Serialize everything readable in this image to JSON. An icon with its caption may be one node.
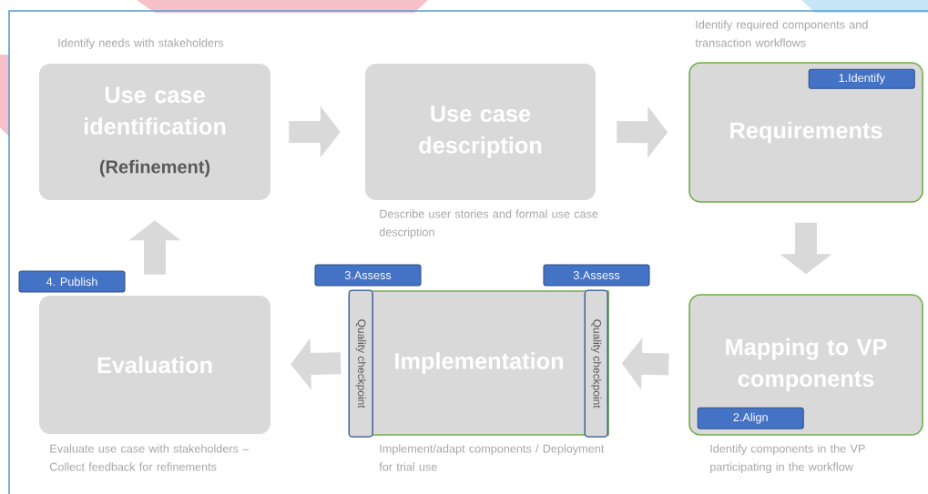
{
  "diagram": {
    "nodes": [
      {
        "text": [
          "Use case identification",
          "(Refinement)"
        ],
        "beside": [
          "Identify needs with stakeholders"
        ]
      },
      {
        "text": [
          "Use case description"
        ],
        "beside": [
          "Describe user stories and formal use case description"
        ]
      },
      {
        "text": [
          "Requirements"
        ],
        "beside": [
          "Identify required components and transaction workflows"
        ]
      },
      {
        "text": [
          "1.Identify"
        ],
        "in": 2
      },
      {
        "text": [
          "Mapping to VP components"
        ],
        "beside": [
          "Identify components in the VP participating in the workflow"
        ]
      },
      {
        "text": [
          "2.Align"
        ],
        "in": 4
      },
      {
        "text": [
          "Implementation"
        ],
        "beside": [
          "Implement/adapt components / Deployment for trial use"
        ]
      },
      {
        "text": [
          "Quality checkpoint"
        ],
        "in": 6
      },
      {
        "text": [
          "Quality checkpoint"
        ],
        "in": 6
      },
      {
        "text": [
          "3.Assess"
        ]
      },
      {
        "text": [
          "3.Assess"
        ]
      },
      {
        "text": [
          "Evaluation"
        ],
        "beside": [
          "Evaluate use case with stakeholders – Collect feedback for refinements"
        ]
      },
      {
        "text": [
          "4. Publish"
        ]
      }
    ],
    "edges": [
      {
        "from": 0,
        "to": 1,
        "arrow": "to"
      },
      {
        "from": 1,
        "to": 2,
        "arrow": "to"
      },
      {
        "from": 2,
        "to": 4,
        "arrow": "to"
      },
      {
        "from": 4,
        "to": 6,
        "arrow": "to"
      },
      {
        "from": 6,
        "to": 11,
        "arrow": "to"
      },
      {
        "from": 11,
        "to": 0,
        "arrow": "to"
      }
    ]
  }
}
